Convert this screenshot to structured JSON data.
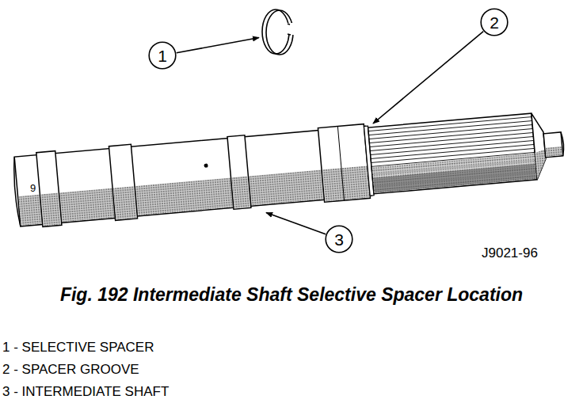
{
  "diagram": {
    "caption": "Fig. 192 Intermediate Shaft Selective Spacer Location",
    "nodes": [
      {
        "text": [
          "1"
        ]
      },
      {
        "text": [
          "2"
        ]
      },
      {
        "text": [
          "3"
        ]
      }
    ],
    "labels": [
      "9",
      "J9021-96",
      "1 - SELECTIVE SPACER",
      "2 - SPACER GROOVE",
      "3 - INTERMEDIATE SHAFT"
    ]
  }
}
